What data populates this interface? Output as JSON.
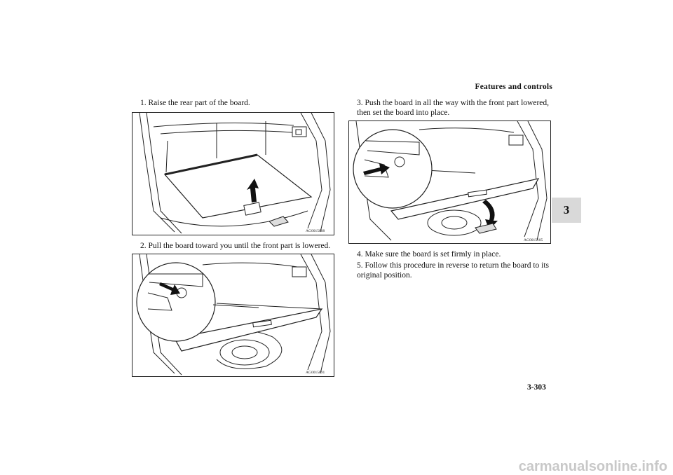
{
  "header": {
    "section_title": "Features and controls"
  },
  "chapter_tab": "3",
  "steps": [
    {
      "text": "1. Raise the rear part of the board."
    },
    {
      "text": "2. Pull the board toward you until the front part is lowered."
    },
    {
      "text": "3. Push the board in all the way with the front part lowered, then set the board into place."
    },
    {
      "text": "4. Make sure the board is set firmly in place."
    },
    {
      "text": "5. Follow this procedure in reverse to return the board to its original position."
    }
  ],
  "figures": [
    {
      "code": "AG0015088"
    },
    {
      "code": "AG0015091"
    },
    {
      "code": "AG0015105"
    }
  ],
  "page_number": "3-303",
  "watermark": "carmanualsonline.info"
}
